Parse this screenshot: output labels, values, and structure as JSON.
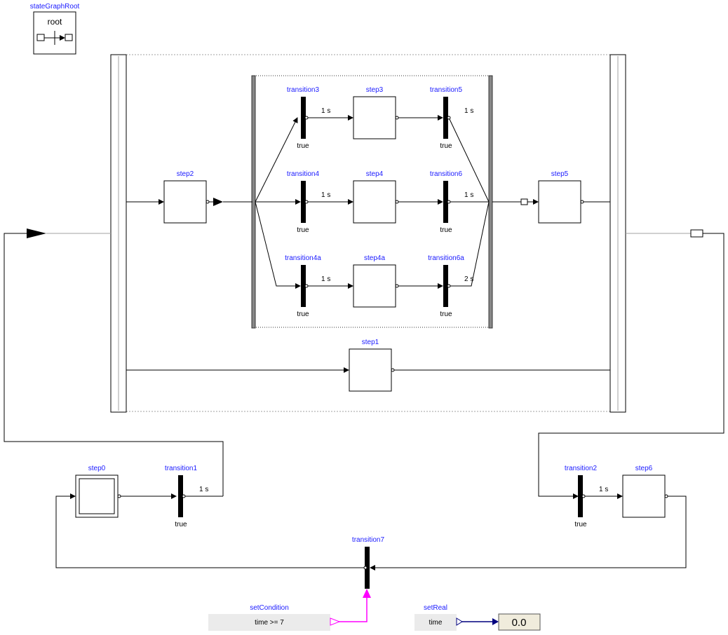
{
  "root": {
    "name": "stateGraphRoot",
    "label": "root"
  },
  "steps": {
    "step0": "step0",
    "step1": "step1",
    "step2": "step2",
    "step3": "step3",
    "step4": "step4",
    "step4a": "step4a",
    "step5": "step5",
    "step6": "step6"
  },
  "transitions": {
    "t1": {
      "name": "transition1",
      "delay": "1 s",
      "cond": "true"
    },
    "t2": {
      "name": "transition2",
      "delay": "1 s",
      "cond": "true"
    },
    "t3": {
      "name": "transition3",
      "delay": "1 s",
      "cond": "true"
    },
    "t4": {
      "name": "transition4",
      "delay": "1 s",
      "cond": "true"
    },
    "t4a": {
      "name": "transition4a",
      "delay": "1 s",
      "cond": "true"
    },
    "t5": {
      "name": "transition5",
      "delay": "1 s",
      "cond": "true"
    },
    "t6": {
      "name": "transition6",
      "delay": "1 s",
      "cond": "true"
    },
    "t6a": {
      "name": "transition6a",
      "delay": "2 s",
      "cond": "true"
    },
    "t7": {
      "name": "transition7"
    }
  },
  "setCondition": {
    "name": "setCondition",
    "expr": "time >= 7"
  },
  "setReal": {
    "name": "setReal",
    "expr": "time",
    "display": "0.0"
  },
  "colors": {
    "label": "#1a1aff",
    "boolean": "#ff00ff",
    "real": "#00007f"
  }
}
